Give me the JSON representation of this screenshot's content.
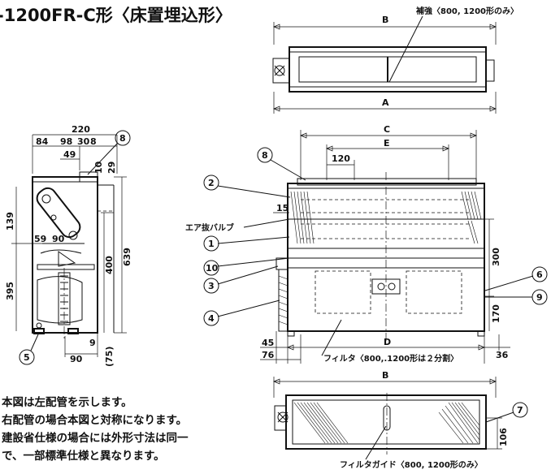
{
  "title": "-1200FR-C形〈床置埋込形〉",
  "top_view": {
    "label_b": "B",
    "label_a": "A",
    "reinforcement_note": "補強〈800, 1200形のみ〉"
  },
  "side_view": {
    "dims": {
      "d220": "220",
      "d84": "84",
      "d98": "98",
      "d30": "30",
      "d8": "8",
      "d49": "49",
      "d10": "10",
      "d29": "29",
      "d139": "139",
      "d59": "59",
      "d90a": "90",
      "d395": "395",
      "d400": "400",
      "d639": "639",
      "d9": "9",
      "d75": "(75)",
      "d90b": "90"
    }
  },
  "front_view": {
    "label_c": "C",
    "label_e": "E",
    "d120": "120",
    "d15": "15",
    "d300": "300",
    "d170": "170",
    "d45": "45",
    "d76": "76",
    "label_d": "D",
    "d36": "36",
    "air_valve": "エア抜バルブ",
    "filter_note": "フィルタ〈800,.1200形は２分割〉"
  },
  "bottom_view": {
    "label_b": "B",
    "d106": "106",
    "filter_guide_note": "フィルタガイド〈800, 1200形のみ〉"
  },
  "callouts": {
    "c1": "1",
    "c2": "2",
    "c3": "3",
    "c4": "4",
    "c5": "5",
    "c6": "6",
    "c7": "7",
    "c8": "8",
    "c9": "9",
    "c10": "10"
  },
  "notes": [
    "本図は左配管を示します。",
    "右配管の場合本図と対称になります。",
    "建設省仕様の場合には外形寸法は同一",
    "で、一部標準仕様と異なります。"
  ]
}
